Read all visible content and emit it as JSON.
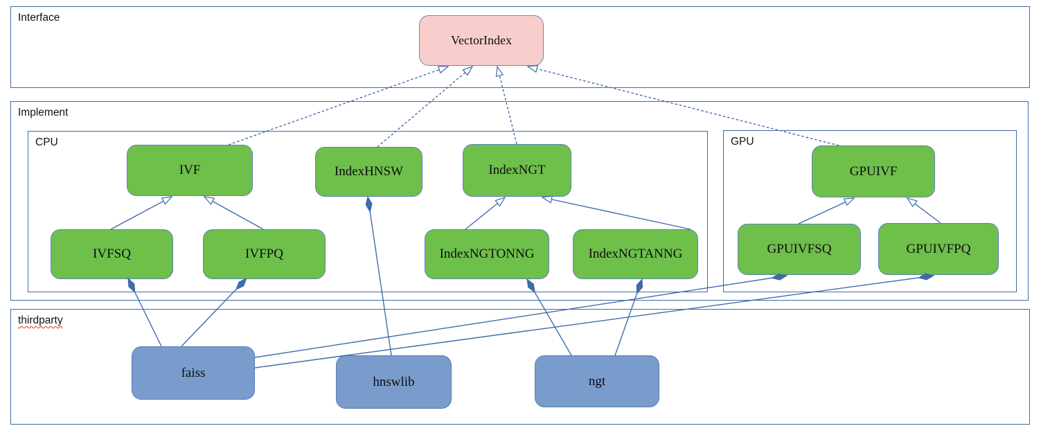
{
  "containers": {
    "interface": {
      "label": "Interface"
    },
    "implement": {
      "label": "Implement"
    },
    "cpu": {
      "label": "CPU"
    },
    "gpu": {
      "label": "GPU"
    },
    "thirdparty": {
      "label": "thirdparty"
    }
  },
  "nodes": {
    "vectorindex": {
      "label": "VectorIndex",
      "group": "interface"
    },
    "ivf": {
      "label": "IVF",
      "group": "cpu"
    },
    "indexhnsw": {
      "label": "IndexHNSW",
      "group": "cpu"
    },
    "indexngt": {
      "label": "IndexNGT",
      "group": "cpu"
    },
    "ivfsq": {
      "label": "IVFSQ",
      "group": "cpu"
    },
    "ivfpq": {
      "label": "IVFPQ",
      "group": "cpu"
    },
    "indexngtonng": {
      "label": "IndexNGTONNG",
      "group": "cpu"
    },
    "indexngtanng": {
      "label": "IndexNGTANNG",
      "group": "cpu"
    },
    "gpuivf": {
      "label": "GPUIVF",
      "group": "gpu"
    },
    "gpuivfsq": {
      "label": "GPUIVFSQ",
      "group": "gpu"
    },
    "gpuivfpq": {
      "label": "GPUIVFPQ",
      "group": "gpu"
    },
    "faiss": {
      "label": "faiss",
      "group": "thirdparty"
    },
    "hnswlib": {
      "label": "hnswlib",
      "group": "thirdparty"
    },
    "ngt": {
      "label": "ngt",
      "group": "thirdparty"
    }
  },
  "edges": [
    {
      "from": "IVF",
      "to": "VectorIndex",
      "type": "realization-dashed-open-arrow"
    },
    {
      "from": "IndexHNSW",
      "to": "VectorIndex",
      "type": "realization-dashed-open-arrow"
    },
    {
      "from": "IndexNGT",
      "to": "VectorIndex",
      "type": "realization-dashed-open-arrow"
    },
    {
      "from": "GPUIVF",
      "to": "VectorIndex",
      "type": "realization-dashed-open-arrow"
    },
    {
      "from": "IVFSQ",
      "to": "IVF",
      "type": "generalization-open-arrow"
    },
    {
      "from": "IVFPQ",
      "to": "IVF",
      "type": "generalization-open-arrow"
    },
    {
      "from": "IndexNGTONNG",
      "to": "IndexNGT",
      "type": "generalization-open-arrow"
    },
    {
      "from": "IndexNGTANNG",
      "to": "IndexNGT",
      "type": "generalization-open-arrow"
    },
    {
      "from": "GPUIVFSQ",
      "to": "GPUIVF",
      "type": "generalization-open-arrow"
    },
    {
      "from": "GPUIVFPQ",
      "to": "GPUIVF",
      "type": "generalization-open-arrow"
    },
    {
      "whole": "IVFSQ",
      "part": "faiss",
      "type": "composition-filled-diamond"
    },
    {
      "whole": "IVFPQ",
      "part": "faiss",
      "type": "composition-filled-diamond"
    },
    {
      "whole": "IndexHNSW",
      "part": "hnswlib",
      "type": "composition-filled-diamond"
    },
    {
      "whole": "IndexNGTONNG",
      "part": "ngt",
      "type": "composition-filled-diamond"
    },
    {
      "whole": "IndexNGTANNG",
      "part": "ngt",
      "type": "composition-filled-diamond"
    },
    {
      "whole": "GPUIVFSQ",
      "part": "faiss",
      "type": "composition-filled-diamond"
    },
    {
      "whole": "GPUIVFPQ",
      "part": "faiss",
      "type": "composition-filled-diamond"
    }
  ],
  "colors": {
    "node_green_fill": "#6fbf4b",
    "node_pink_fill": "#f8cecc",
    "node_blue_fill": "#7a9ccd",
    "node_border": "#5a82b8",
    "container_border": "#3c6aa5",
    "connector": "#3f6ba8",
    "spellcheck_squiggle": "#d93025",
    "text": "#0d0d0d"
  }
}
